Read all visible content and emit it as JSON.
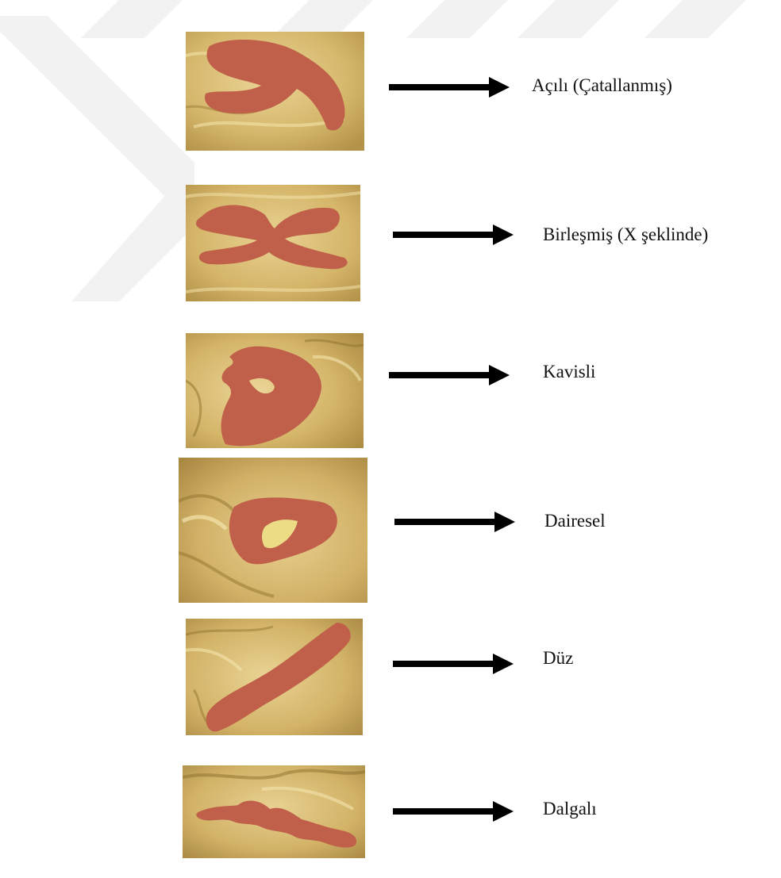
{
  "colors": {
    "tissue_light": "#e6cf8c",
    "tissue_mid": "#d2b468",
    "tissue_dark": "#a8873d",
    "canal": "#c0604a",
    "isthmus": "#ecdc86",
    "arrow": "#000000",
    "watermark": "#f2f2f2"
  },
  "items": [
    {
      "label": "Açılı (Çatallanmış)",
      "shape": "angled-bifurcated"
    },
    {
      "label": "Birleşmiş (X şeklinde)",
      "shape": "merged-x"
    },
    {
      "label": "Kavisli",
      "shape": "curved"
    },
    {
      "label": "Dairesel",
      "shape": "circular"
    },
    {
      "label": "Düz",
      "shape": "straight"
    },
    {
      "label": "Dalgalı",
      "shape": "wavy"
    }
  ]
}
